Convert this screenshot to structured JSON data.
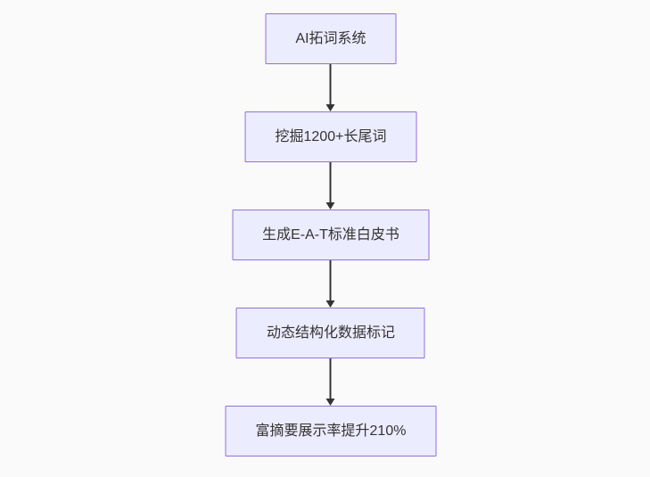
{
  "diagram": {
    "type": "flowchart",
    "direction": "top-to-bottom",
    "nodes": [
      {
        "id": "n0",
        "label": "AI拓词系统"
      },
      {
        "id": "n1",
        "label": "挖掘1200+长尾词"
      },
      {
        "id": "n2",
        "label": "生成E-A-T标准白皮书"
      },
      {
        "id": "n3",
        "label": "动态结构化数据标记"
      },
      {
        "id": "n4",
        "label": "富摘要展示率提升210%"
      }
    ],
    "edges": [
      {
        "from": "n0",
        "to": "n1"
      },
      {
        "from": "n1",
        "to": "n2"
      },
      {
        "from": "n2",
        "to": "n3"
      },
      {
        "from": "n3",
        "to": "n4"
      }
    ],
    "colors": {
      "background": "#fafafa",
      "node_fill": "#ECECFF",
      "node_border": "#9370DB",
      "arrow": "#333333",
      "text": "#333333"
    }
  }
}
